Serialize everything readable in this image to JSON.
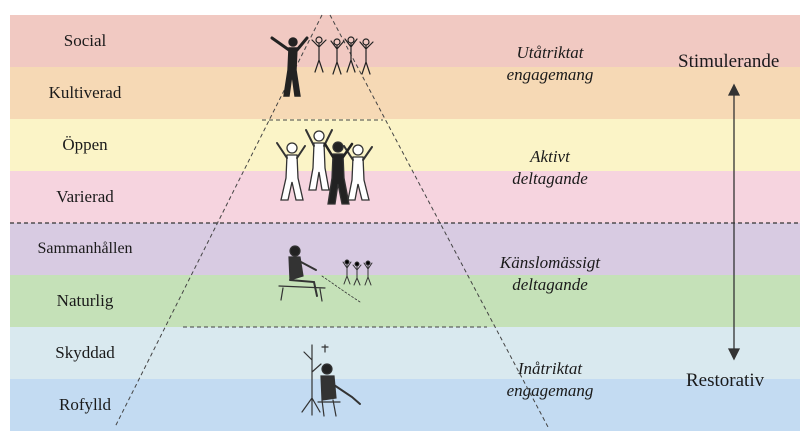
{
  "bands": [
    {
      "label": "Social",
      "color": "#f1c9c2"
    },
    {
      "label": "Kultiverad",
      "color": "#f6d9b5"
    },
    {
      "label": "Öppen",
      "color": "#fbf4c7"
    },
    {
      "label": "Varierad",
      "color": "#f6d4df"
    },
    {
      "label": "Sammanhållen",
      "color": "#d8cbe2"
    },
    {
      "label": "Naturlig",
      "color": "#c5e1b8"
    },
    {
      "label": "Skyddad",
      "color": "#d9e9ef"
    },
    {
      "label": "Rofylld",
      "color": "#c3dbf2"
    }
  ],
  "engagement": [
    {
      "line1": "Utåtriktat",
      "line2": "engagemang"
    },
    {
      "line1": "Aktivt",
      "line2": "deltagande"
    },
    {
      "line1": "Känslomässigt",
      "line2": "deltagande"
    },
    {
      "line1": "Inåtriktat",
      "line2": "engagemang"
    }
  ],
  "axis": {
    "top": "Stimulerande",
    "bottom": "Restorativ"
  }
}
